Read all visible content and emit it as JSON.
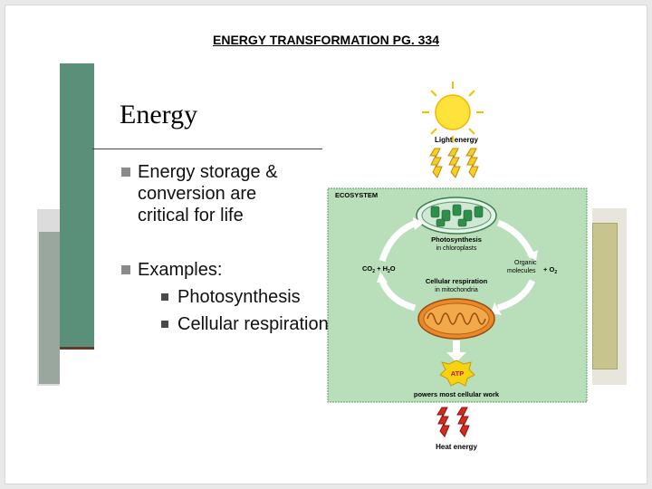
{
  "header": {
    "title": "ENERGY TRANSFORMATION  PG. 334"
  },
  "slide": {
    "title": "Energy",
    "bullets": [
      {
        "text_lines": [
          "Energy storage &",
          "conversion are",
          "critical for life"
        ]
      },
      {
        "text": "Examples:",
        "subitems": [
          "Photosynthesis",
          "Cellular respiration"
        ]
      }
    ]
  },
  "diagram": {
    "light_label": "Light energy",
    "ecosystem_label": "ECOSYSTEM",
    "photosynthesis_label": "Photosynthesis",
    "photosynthesis_sub": "in chloroplasts",
    "co2_label": "CO",
    "co2_sub": "2",
    "h2o_label": " + H",
    "h2o_sub": "2",
    "h2o_tail": "O",
    "organic_line1": "Organic",
    "organic_line2": "molecules",
    "o2_label": "+ O",
    "o2_sub": "2",
    "respiration_label": "Cellular respiration",
    "respiration_sub": "in mitochondria",
    "atp_label": "ATP",
    "powers_label": "powers most cellular work",
    "heat_label": "Heat energy",
    "colors": {
      "ecosystem_bg": "#b9dfba",
      "ecosystem_border": "#5c9a6a",
      "sun": "#ffe23a",
      "heat": "#d52a1f",
      "atp": "#f6d312",
      "mito": "#e8892a"
    }
  }
}
